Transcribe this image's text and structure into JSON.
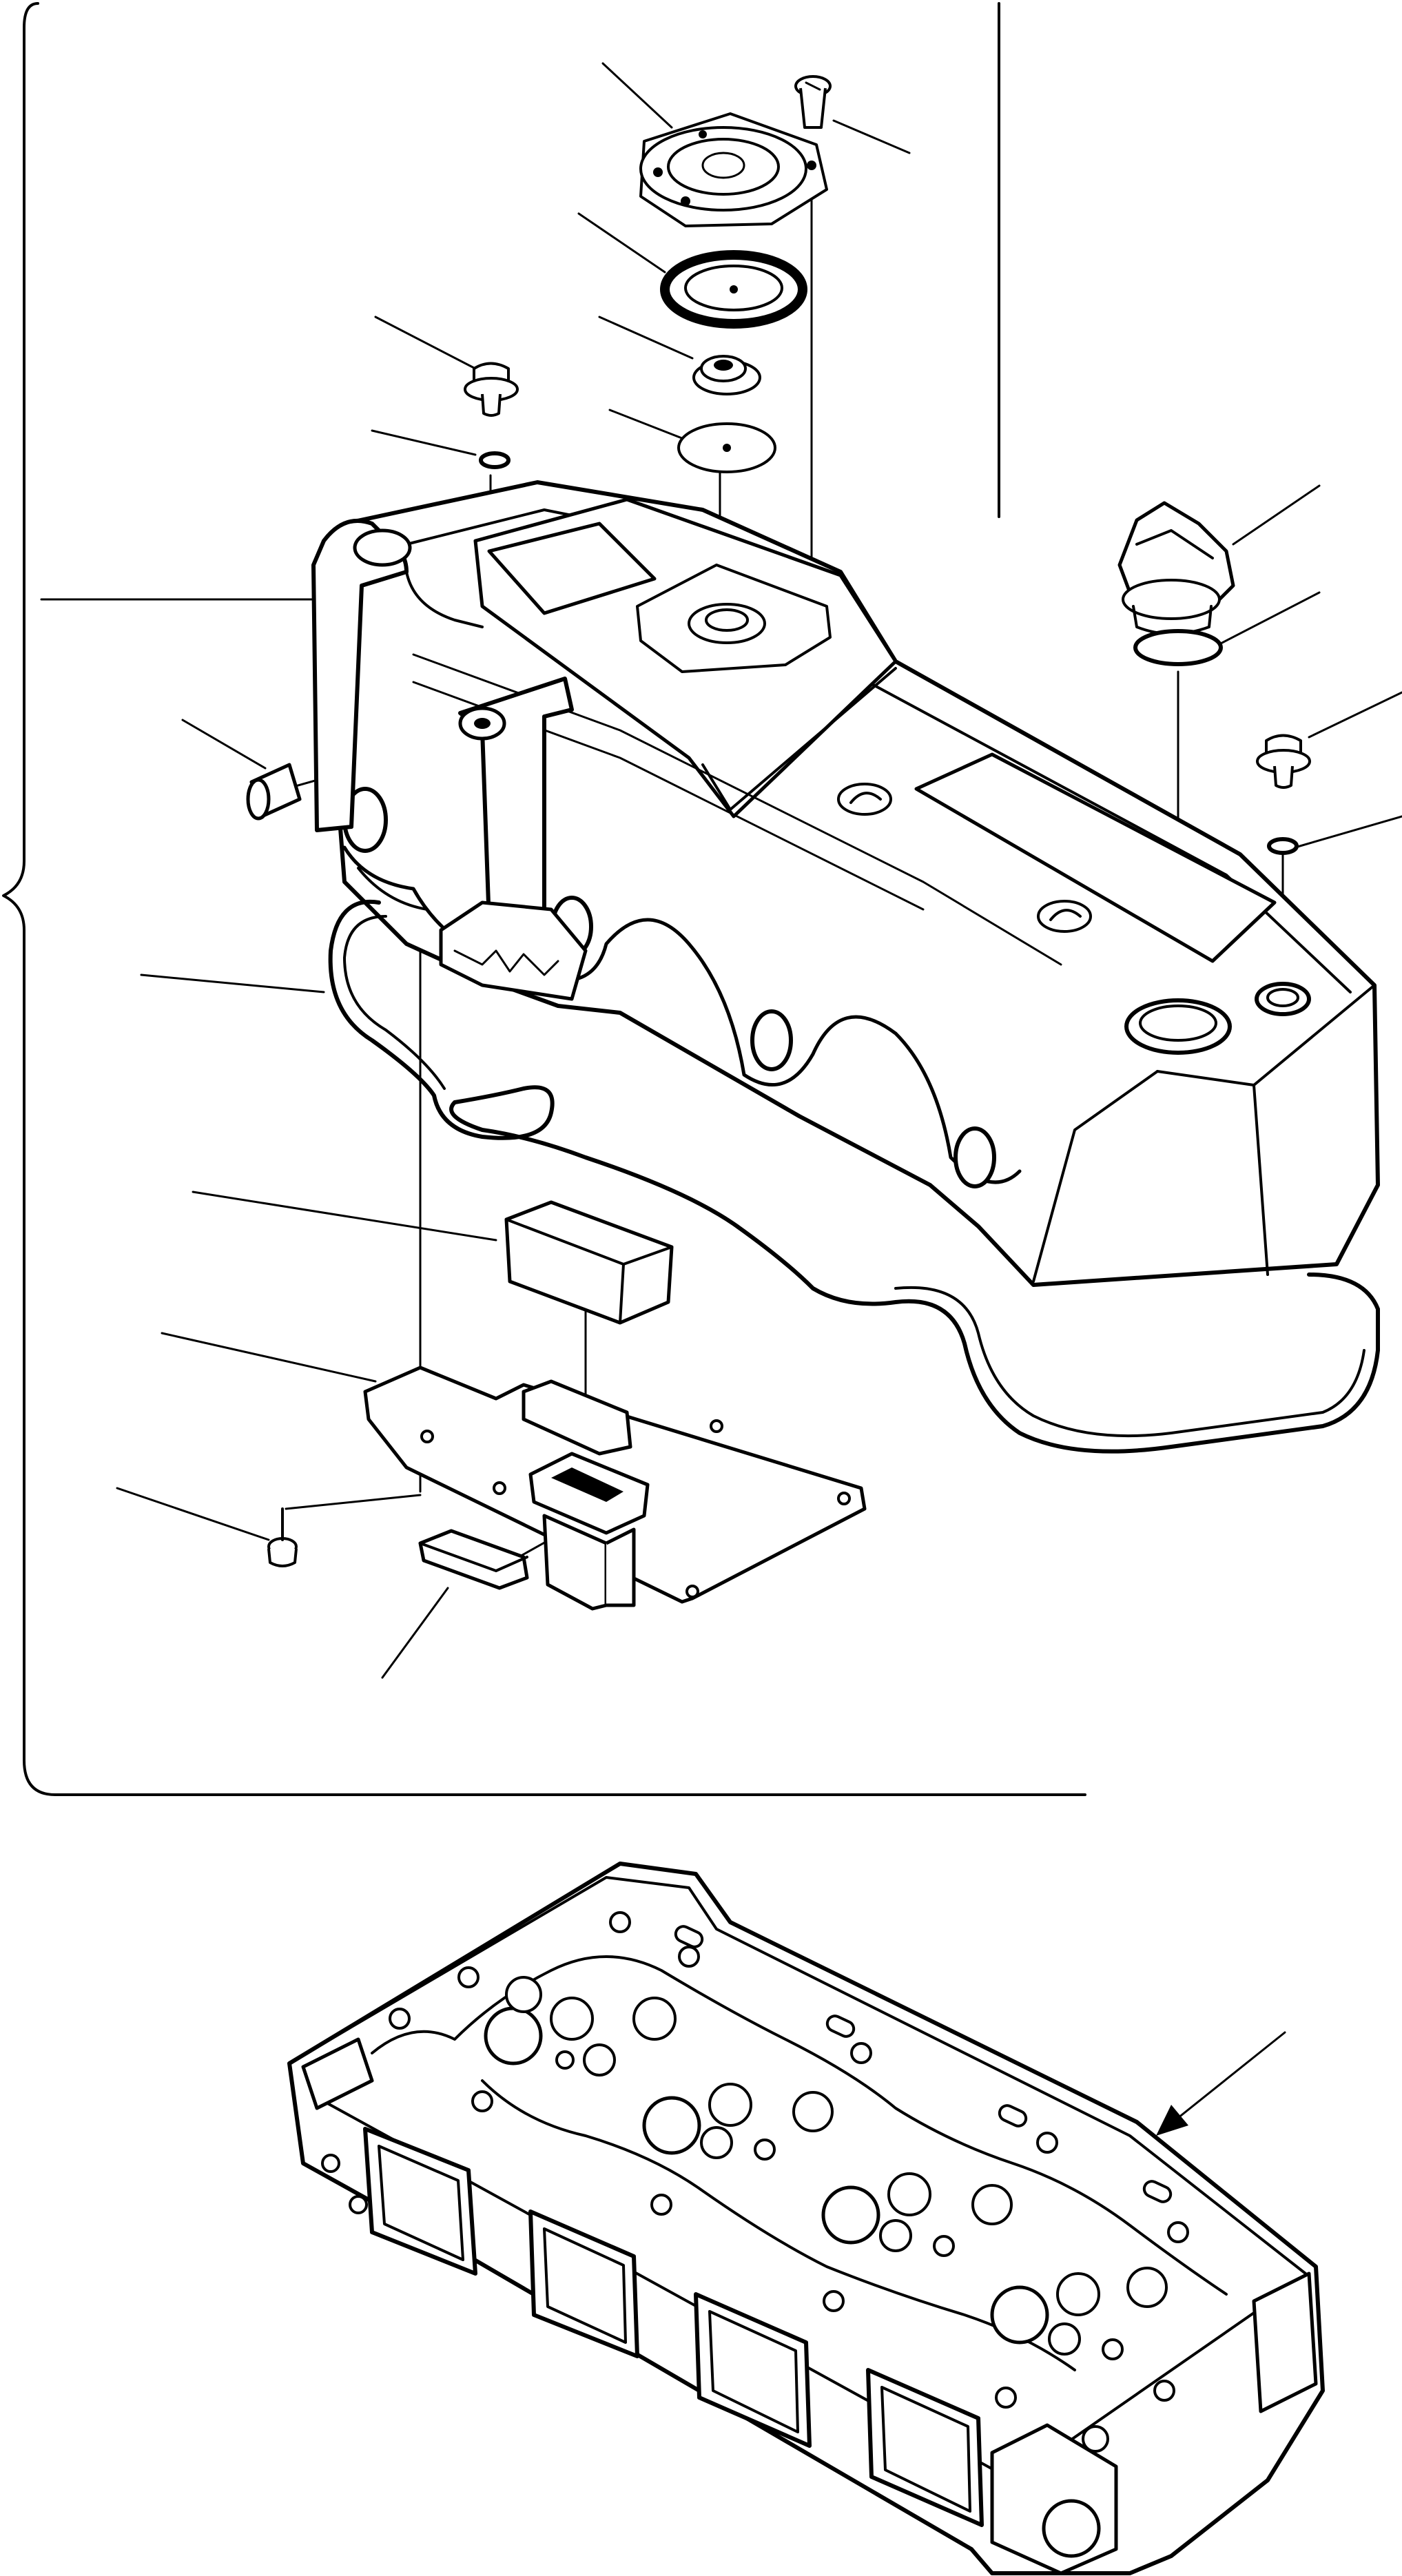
{
  "diagram": {
    "kind": "exploded-parts-view",
    "line_color": "#000000",
    "background": "#ffffff",
    "text_labels": [],
    "upper_group": {
      "items": [
        "breather-cover",
        "cover-screw",
        "breather-diaphragm",
        "breather-spring",
        "breather-plate",
        "flange-bolt-left",
        "o-ring-left",
        "head-cover",
        "oil-filler-cap",
        "filler-cap-o-ring",
        "flange-bolt-right",
        "o-ring-right",
        "rubber-cap",
        "head-cover-gasket",
        "foam-block",
        "control-plate",
        "harness-connector",
        "plate-screw",
        "small-pad"
      ]
    },
    "lower_group": {
      "items": [
        "cylinder-head"
      ]
    }
  }
}
